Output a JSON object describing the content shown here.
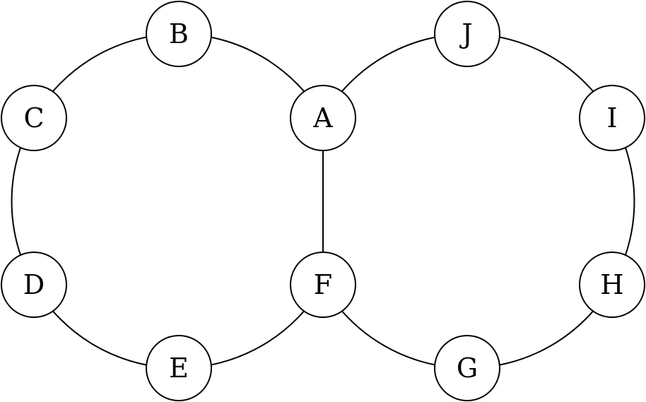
{
  "graph": {
    "nodes": [
      {
        "id": "A",
        "label": "A"
      },
      {
        "id": "B",
        "label": "B"
      },
      {
        "id": "C",
        "label": "C"
      },
      {
        "id": "D",
        "label": "D"
      },
      {
        "id": "E",
        "label": "E"
      },
      {
        "id": "F",
        "label": "F"
      },
      {
        "id": "G",
        "label": "G"
      },
      {
        "id": "H",
        "label": "H"
      },
      {
        "id": "I",
        "label": "I"
      },
      {
        "id": "J",
        "label": "J"
      }
    ],
    "edges": [
      {
        "from": "A",
        "to": "B"
      },
      {
        "from": "B",
        "to": "C"
      },
      {
        "from": "C",
        "to": "D"
      },
      {
        "from": "D",
        "to": "E"
      },
      {
        "from": "E",
        "to": "F"
      },
      {
        "from": "F",
        "to": "A"
      },
      {
        "from": "A",
        "to": "J"
      },
      {
        "from": "J",
        "to": "I"
      },
      {
        "from": "I",
        "to": "H"
      },
      {
        "from": "H",
        "to": "G"
      },
      {
        "from": "G",
        "to": "F"
      }
    ]
  }
}
